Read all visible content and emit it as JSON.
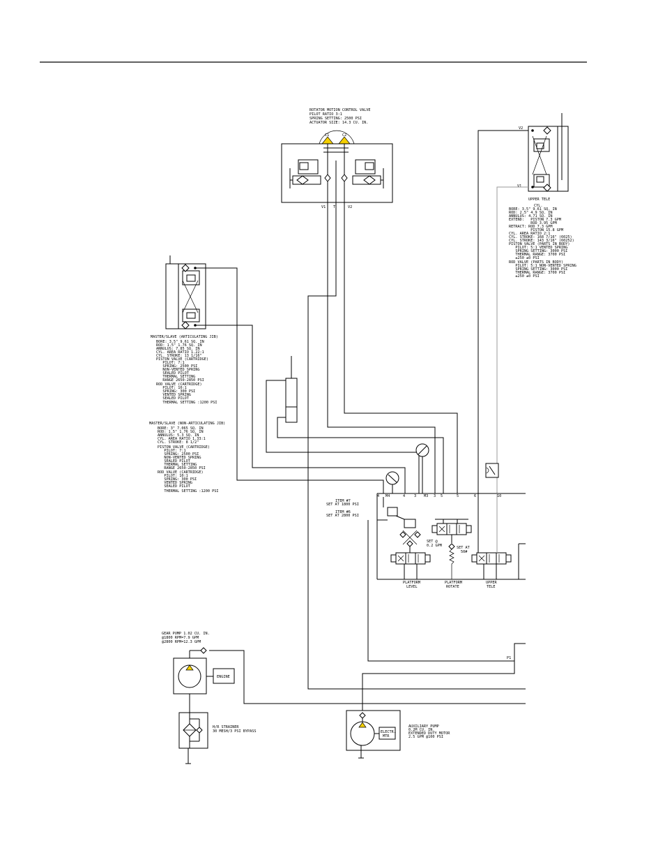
{
  "rotator": {
    "lines": [
      "ROTATOR MOTION CONTROL VALVE",
      "PILOT RATIO 3:1",
      "SPRING SETTING: 2500 PSI",
      "ACTUATOR SIZE: 14.3 CU. IN."
    ],
    "c1": "C1",
    "c2": "C2",
    "v1": "V1",
    "t": "T",
    "v2": "V2"
  },
  "upper_tele_cyl": {
    "v2": "V2",
    "v1": "V1",
    "title": "UPPER TELE",
    "lines": [
      "CYL.",
      "BORE: 3.5\" 9.61 SQ. IN",
      "ROD: 2.5\" 4.9 SQ. IN",
      "ANNULUS: 4.71 SQ. IN",
      "EXTEND:   PISTON 7.3 GPM",
      "          ROD 3.95 GPM",
      "RETRACT: ROD 7.3 GPM",
      "          PISTON 15.8 GPM",
      "CYL. AREA RATIO 2:1",
      "CYL. STROKE: 168 7/16\" (6025)",
      "CYL. STROKE: 143 3/16\" (60252)",
      "PISTON VALVE (PARTS IN BODY)",
      "   PILOT: 5:1 VENTED SPRING",
      "   SPRING SETTING: 3000 PSI",
      "   THERMAL RANGE: 3700 PSI",
      "   ±250 ±0 PSI",
      "ROD VALVE (PARTS IN BODY)",
      "   PILOT: 5:1 NON-VENTED SPRING",
      "   SPRING SETTING: 3000 PSI",
      "   THERMAL RANGE: 3700 PSI",
      "   ±250 ±0 PSI"
    ]
  },
  "master_slave_articulating": {
    "title": "MASTER/SLAVE (ARTICULATING JIB)",
    "lines": [
      "BORE: 3.5\" 9.61 SQ. IN",
      "ROD: 1.5\" 1.76 SQ. IN",
      "ANNULUS: 7.85 SQ. IN",
      "CYL. AREA RATIO 1.22:1",
      "CYL. STROKE: 13 1/16\"",
      "PISTON VALVE (CARTRIDGE)",
      "   PILOT: 7:1",
      "   SPRING: 2500 PSI",
      "   NON-VENTED SPRING",
      "   SEALED PILOT",
      "   THERMAL SETTING",
      "   RANGE 2650-2850 PSI",
      "ROD VALVE (CARTRIDGE)",
      "   PILOT: 10:1",
      "   SPRING: 300 PSI",
      "   VENTED SPRING",
      "   SEALED PILOT",
      "   THERMAL SETTING :1200 PSI"
    ]
  },
  "master_slave_non_articulating": {
    "title": "MASTER/SLAVE (NON-ARTICULATING JIB)",
    "lines": [
      "BORE: 3\" 7.065 SQ. IN",
      "ROD: 1.5\" 1.76 SQ. IN",
      "ANNULUS: 5.3 SQ. IN",
      "CYL. AREA RATIO 1.33:1",
      "CYL. STROKE: 8 1/2\"",
      "PISTON VALVE (CARTRIDGE)",
      "   PILOT: 7:1",
      "   SPRING: 2500 PSI",
      "   NON-VENTED SPRING",
      "   SEALED PILOT",
      "   THERMAL SETTING",
      "   RANGE 2650-2850 PSI",
      "ROD VALVE (CARTRIDGE)",
      "   PILOT: 10:1",
      "   SPRING: 300 PSI",
      "   VENTED SPRING",
      "   SEALED PILOT",
      "   THERMAL SETTING :1200 PSI"
    ]
  },
  "manifold": {
    "ports": [
      "4",
      "M4",
      "4",
      "3",
      "M3",
      "3",
      "5",
      "5",
      "6",
      "10"
    ],
    "item7": [
      "ITEM #7",
      "SET AT 1800 PSI"
    ],
    "item6": [
      "ITEM #6",
      "SET AT 2800 PSI"
    ],
    "set_gpm": [
      "SET @",
      "0.2 GPM"
    ],
    "set_at": [
      "SET AT",
      "50#"
    ],
    "valves": [
      {
        "label": [
          "PLATFORM",
          "LEVEL"
        ]
      },
      {
        "label": [
          "PLATFORM",
          "ROTATE"
        ]
      },
      {
        "label": [
          "UPPER",
          "TELE"
        ]
      }
    ],
    "p1": "P1"
  },
  "gear_pump": {
    "lines": [
      "GEAR PUMP 1.02 CU. IN.",
      "@1800 RPM=7.9 GPM",
      "@2800 RPM=12.3 GPM"
    ],
    "engine": "ENGINE"
  },
  "strainer": {
    "lines": [
      "H/R STRAINER",
      "30 MESH/3 PSI BYPASS"
    ]
  },
  "aux_pump": {
    "motor": [
      "ELECTR.",
      "MTR"
    ],
    "lines": [
      "AUXILIARY PUMP",
      "0.2M CU. IN.",
      "EXTENDED DUTY MOTOR",
      "2.5 GPM @100 PSI"
    ]
  },
  "colors": {
    "line": "#000000",
    "indicator": "#f5d000",
    "bypass_line": "#9a9a9a"
  }
}
